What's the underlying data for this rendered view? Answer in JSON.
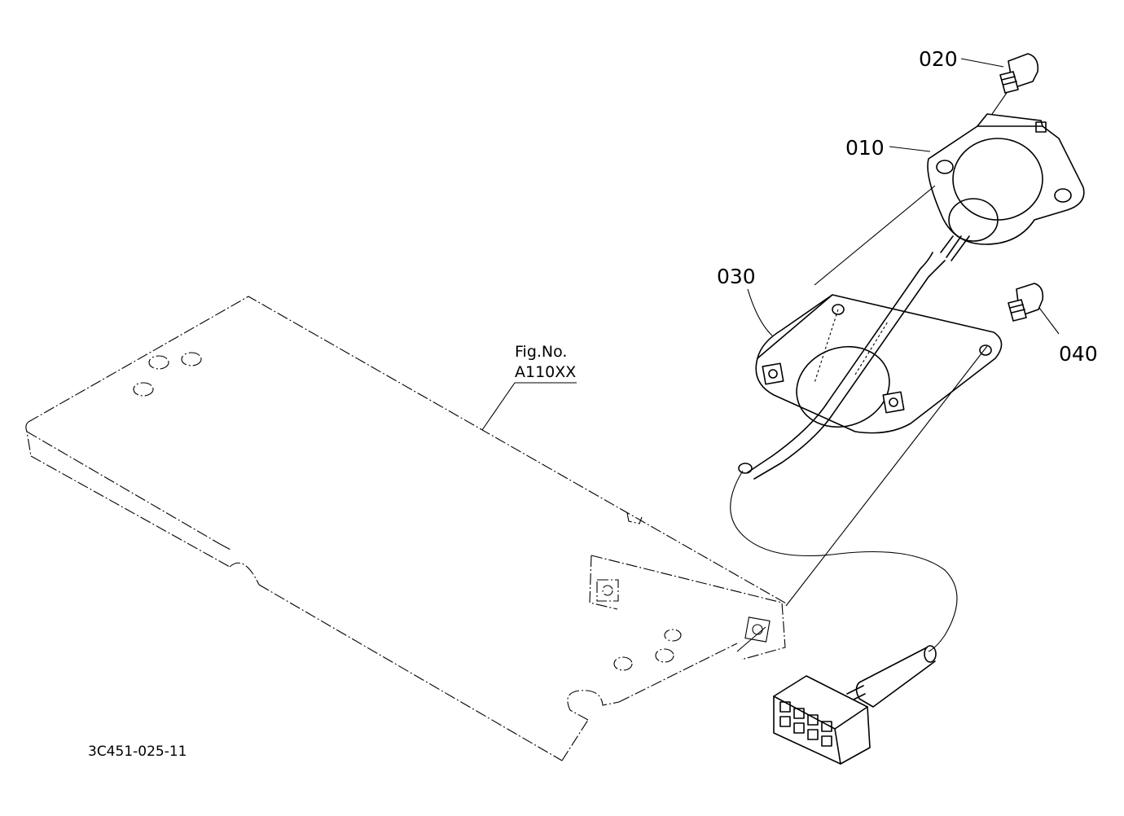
{
  "figure": {
    "fig_no_label": "Fig.No.",
    "fig_no_value": "A110XX",
    "drawing_code": "3C451-025-11"
  },
  "callouts": {
    "part_010": "010",
    "part_020": "020",
    "part_030": "030",
    "part_040": "040"
  }
}
